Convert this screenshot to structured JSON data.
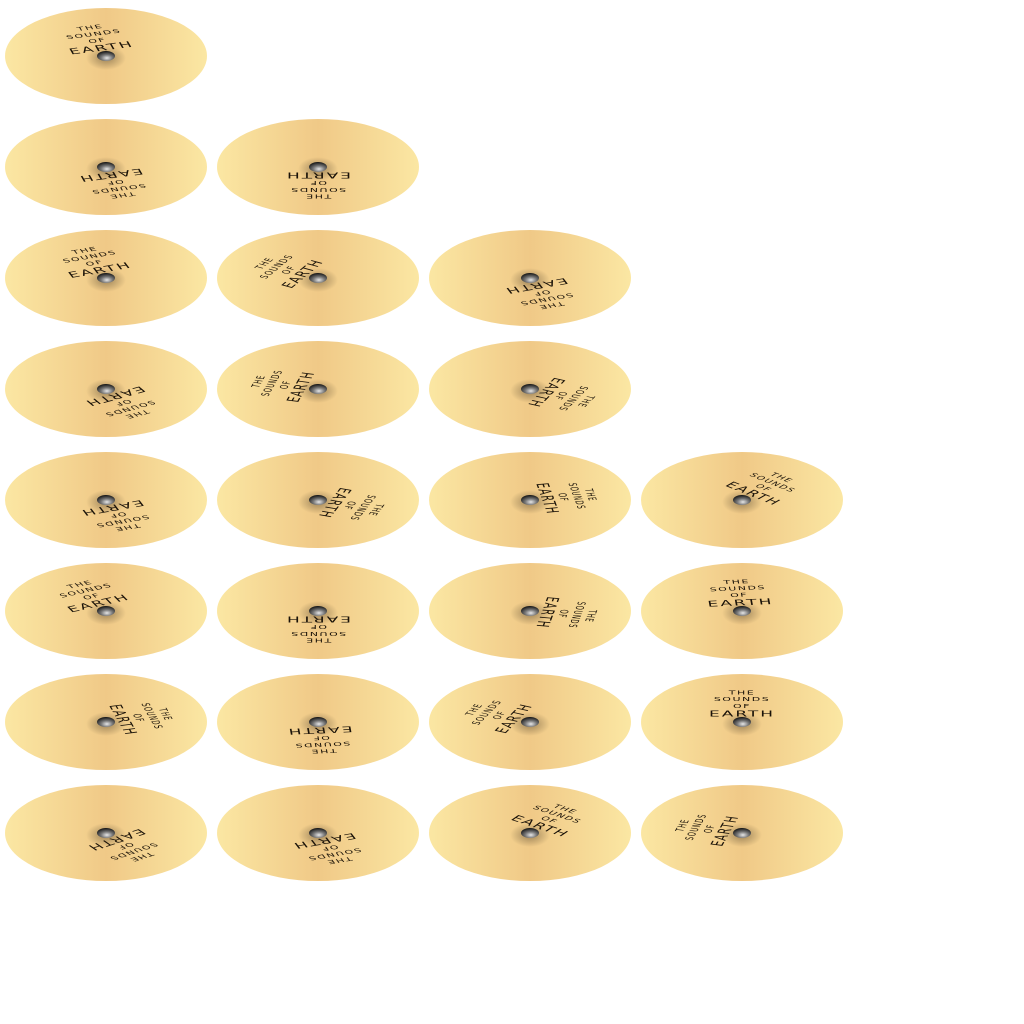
{
  "record_label": {
    "line1": "THE",
    "line2": "SOUNDS",
    "line3": "OF",
    "line4": "EARTH"
  },
  "colors": {
    "disc_edge": "#fbe7a3",
    "disc_mid": "#f0c987",
    "spindle_dark": "#111111",
    "spindle_light": "#e8e8e8",
    "text": "#1a1208"
  },
  "rows": [
    {
      "discs": [
        {
          "rotation_deg": -15,
          "flip": false
        }
      ]
    },
    {
      "discs": [
        {
          "rotation_deg": 165,
          "flip": false
        },
        {
          "rotation_deg": 180,
          "flip": false
        }
      ]
    },
    {
      "discs": [
        {
          "rotation_deg": -20,
          "flip": false
        },
        {
          "rotation_deg": -60,
          "flip": false
        },
        {
          "rotation_deg": 160,
          "flip": false
        }
      ]
    },
    {
      "discs": [
        {
          "rotation_deg": 150,
          "flip": false
        },
        {
          "rotation_deg": -75,
          "flip": false
        },
        {
          "rotation_deg": 115,
          "flip": false
        }
      ]
    },
    {
      "discs": [
        {
          "rotation_deg": 160,
          "flip": false
        },
        {
          "rotation_deg": 110,
          "flip": false
        },
        {
          "rotation_deg": 80,
          "flip": false
        },
        {
          "rotation_deg": 40,
          "flip": false
        }
      ]
    },
    {
      "discs": [
        {
          "rotation_deg": -25,
          "flip": false
        },
        {
          "rotation_deg": 180,
          "flip": false
        },
        {
          "rotation_deg": 100,
          "flip": false
        },
        {
          "rotation_deg": -5,
          "flip": false
        }
      ]
    },
    {
      "discs": [
        {
          "rotation_deg": 75,
          "flip": false
        },
        {
          "rotation_deg": 175,
          "flip": false
        },
        {
          "rotation_deg": -65,
          "flip": false
        },
        {
          "rotation_deg": 0,
          "flip": false
        }
      ]
    },
    {
      "discs": [
        {
          "rotation_deg": 145,
          "flip": false
        },
        {
          "rotation_deg": 160,
          "flip": false
        },
        {
          "rotation_deg": 35,
          "flip": false
        },
        {
          "rotation_deg": -75,
          "flip": false
        }
      ]
    }
  ]
}
